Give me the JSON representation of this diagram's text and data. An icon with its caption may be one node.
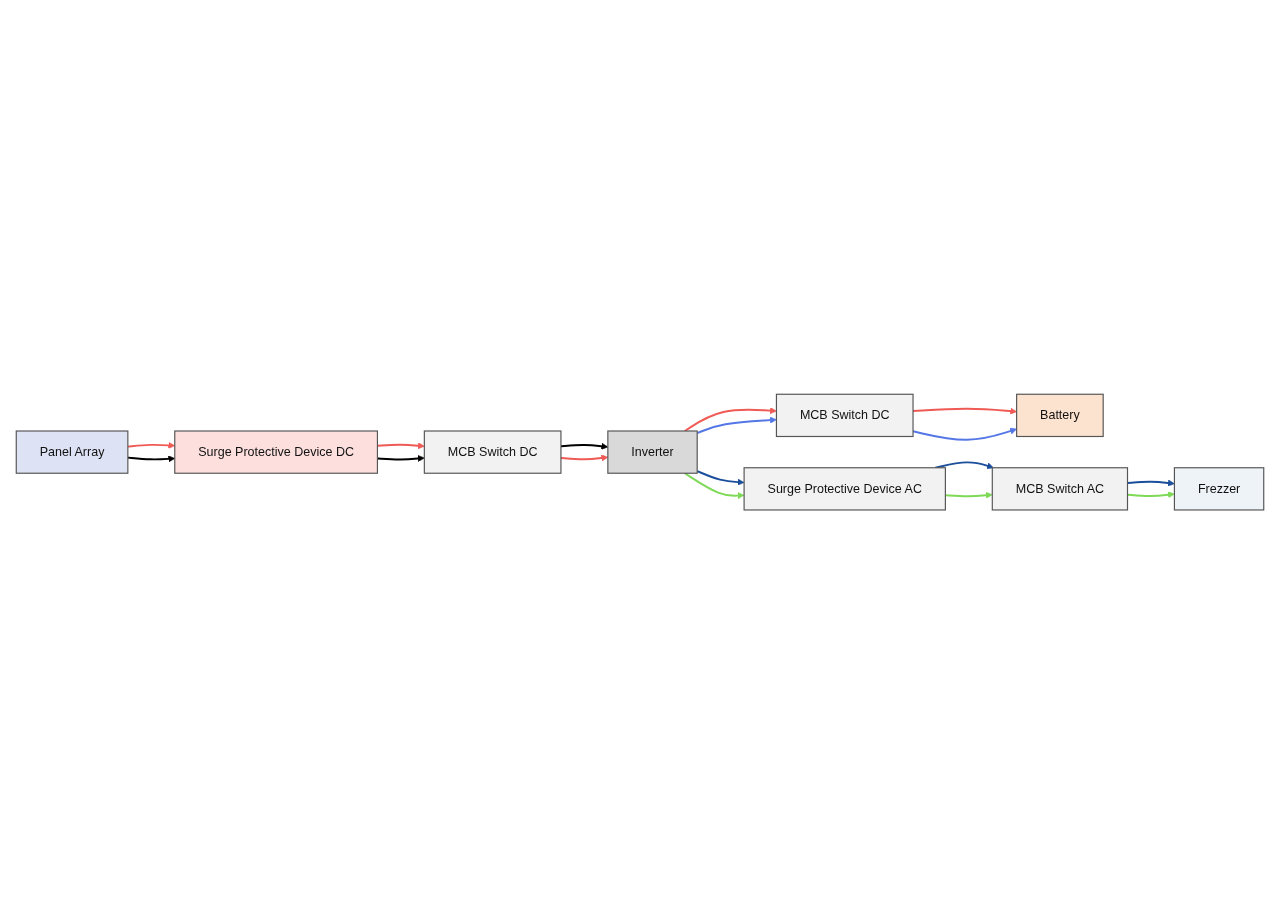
{
  "diagram": {
    "nodes": [
      {
        "text": [
          "Panel Array"
        ]
      },
      {
        "text": [
          "Surge Protective Device DC"
        ]
      },
      {
        "text": [
          "MCB Switch DC"
        ]
      },
      {
        "text": [
          "Inverter"
        ]
      },
      {
        "text": [
          "MCB Switch DC"
        ]
      },
      {
        "text": [
          "Battery"
        ]
      },
      {
        "text": [
          "Surge Protective Device AC"
        ]
      },
      {
        "text": [
          "MCB Switch AC"
        ]
      },
      {
        "text": [
          "Frezzer"
        ]
      }
    ],
    "edges": [
      {
        "from": 0,
        "to": 1,
        "arrow": "to",
        "color": "#f05a55"
      },
      {
        "from": 0,
        "to": 1,
        "arrow": "to",
        "color": "#000000"
      },
      {
        "from": 1,
        "to": 2,
        "arrow": "to",
        "color": "#f05a55"
      },
      {
        "from": 1,
        "to": 2,
        "arrow": "to",
        "color": "#000000"
      },
      {
        "from": 2,
        "to": 3,
        "arrow": "to",
        "color": "#000000"
      },
      {
        "from": 2,
        "to": 3,
        "arrow": "to",
        "color": "#f05a55"
      },
      {
        "from": 3,
        "to": 4,
        "arrow": "to",
        "color": "#f05a55"
      },
      {
        "from": 3,
        "to": 4,
        "arrow": "to",
        "color": "#5577e6"
      },
      {
        "from": 4,
        "to": 5,
        "arrow": "to",
        "color": "#f05a55"
      },
      {
        "from": 4,
        "to": 5,
        "arrow": "to",
        "color": "#5577e6"
      },
      {
        "from": 3,
        "to": 6,
        "arrow": "to",
        "color": "#1b4f9c"
      },
      {
        "from": 3,
        "to": 6,
        "arrow": "to",
        "color": "#7ed957"
      },
      {
        "from": 6,
        "to": 7,
        "arrow": "to",
        "color": "#1b4f9c"
      },
      {
        "from": 6,
        "to": 7,
        "arrow": "to",
        "color": "#7ed957"
      },
      {
        "from": 7,
        "to": 8,
        "arrow": "to",
        "color": "#1b4f9c"
      },
      {
        "from": 7,
        "to": 8,
        "arrow": "to",
        "color": "#7ed957"
      }
    ]
  }
}
